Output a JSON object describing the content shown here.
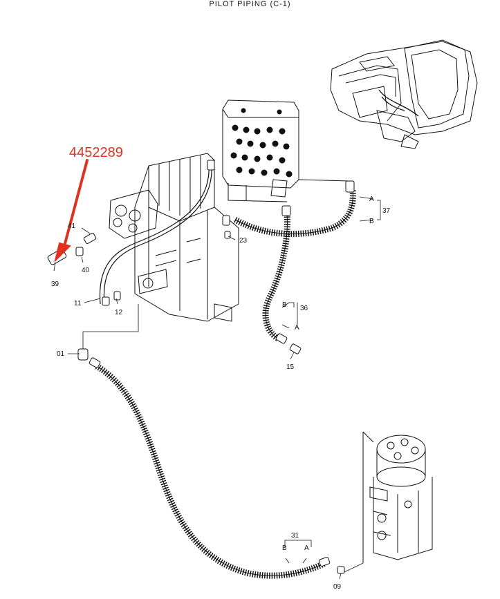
{
  "title": "PILOT PIPING (C-1)",
  "annotation": {
    "text": "4452289",
    "color": "#e0311f"
  },
  "part_labels": {
    "p01": "01",
    "p09": "09",
    "p11": "11",
    "p12": "12",
    "p15": "15",
    "p23": "23",
    "p31": "31",
    "p36": "36",
    "p37": "37",
    "p39": "39",
    "p40": "40",
    "p41": "41"
  },
  "end_labels": {
    "a": "A",
    "b": "B"
  },
  "colors": {
    "line": "#111111",
    "annotation": "#e0311f"
  }
}
